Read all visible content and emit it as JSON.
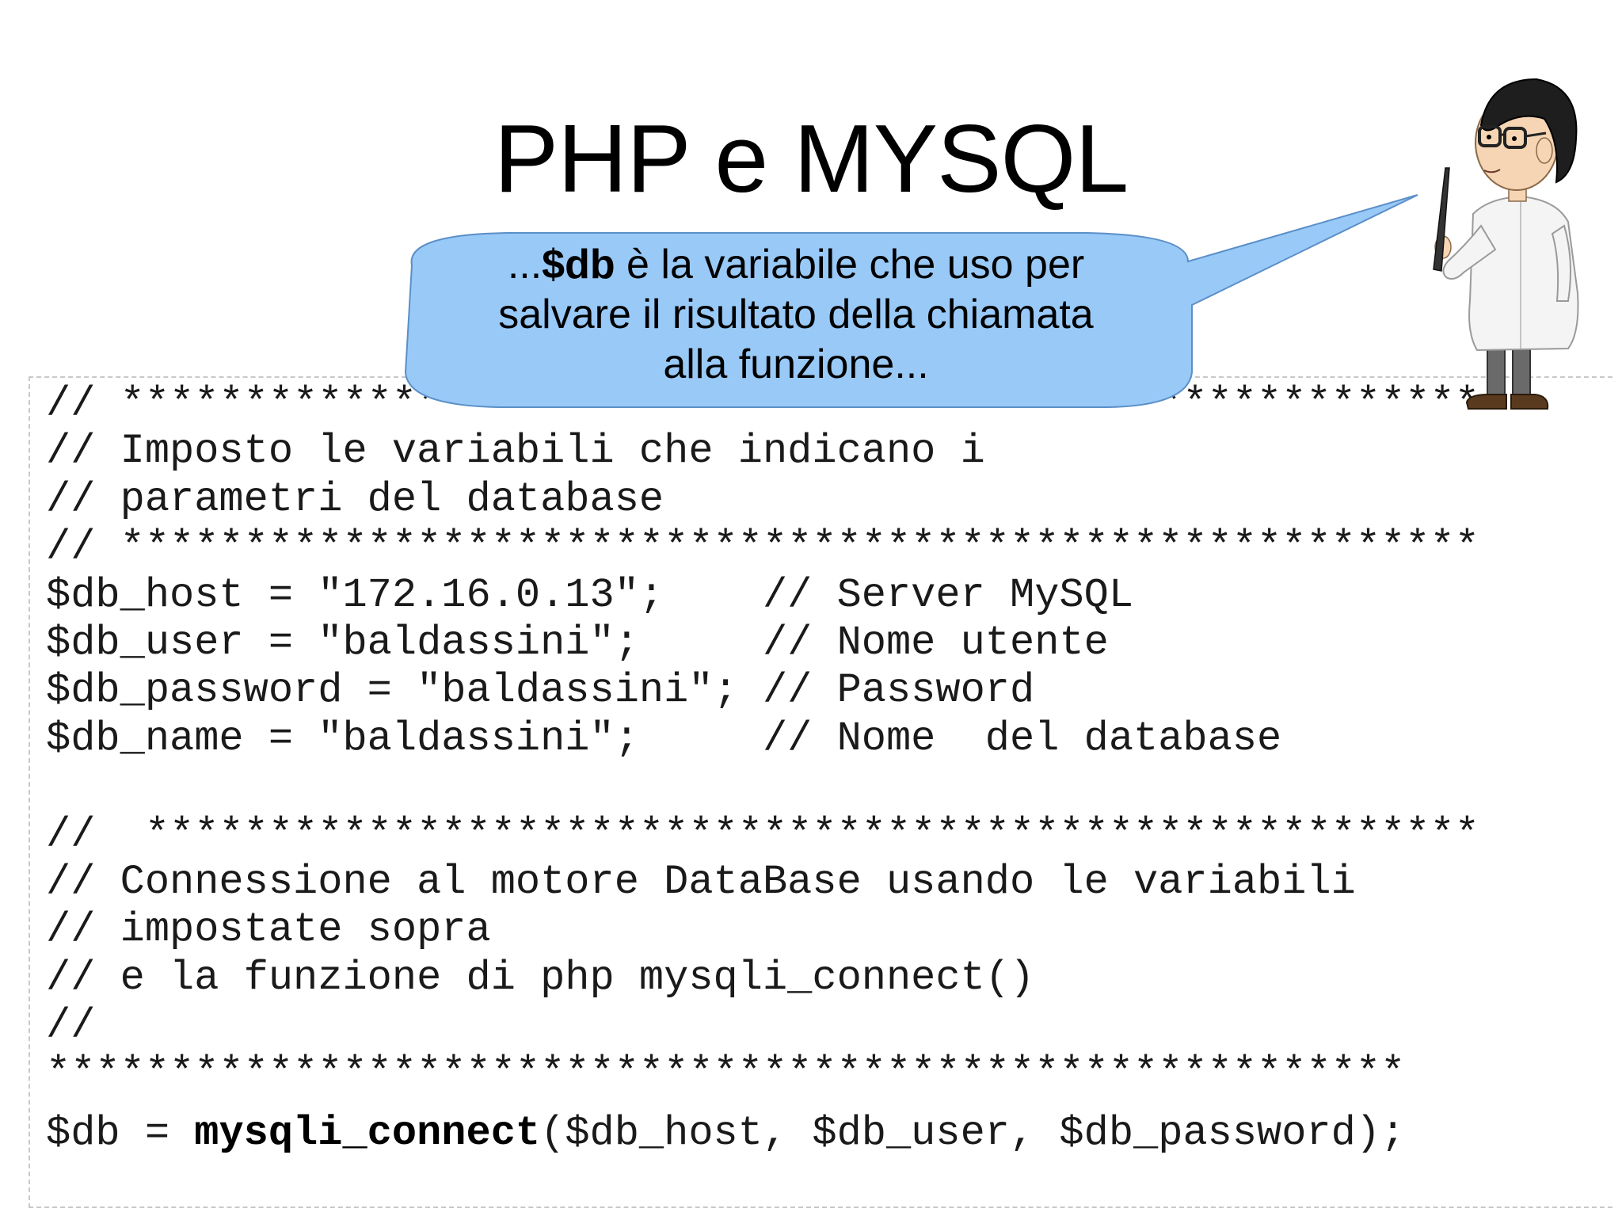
{
  "slide": {
    "title": "PHP e MYSQL"
  },
  "bubble": {
    "prefix": "...",
    "variable": "$db",
    "line1_rest": " è la variabile che uso per",
    "line2": "salvare il risultato della chiamata",
    "line3": "alla funzione..."
  },
  "code": {
    "lines": [
      "// *******************************************************",
      "// Imposto le variabili che indicano i",
      "// parametri del database",
      "// *******************************************************",
      "$db_host = \"172.16.0.13\";    // Server MySQL",
      "$db_user = \"baldassini\";     // Nome utente",
      "$db_password = \"baldassini\"; // Password",
      "$db_name = \"baldassini\";     // Nome  del database",
      "",
      "//  ******************************************************",
      "// Connessione al motore DataBase usando le variabili",
      "// impostate sopra",
      "// e la funzione di php mysqli_connect()",
      "//",
      "*******************************************************"
    ],
    "last_line": {
      "start": "$db = ",
      "func": "mysqli_connect",
      "end": "($db_host, $db_user, $db_password);"
    }
  },
  "icons": {
    "scientist": "scientist-pointer-illustration"
  },
  "colors": {
    "bubble_fill": "#99c9f7",
    "bubble_stroke": "#5a8fc8",
    "text": "#000000"
  }
}
